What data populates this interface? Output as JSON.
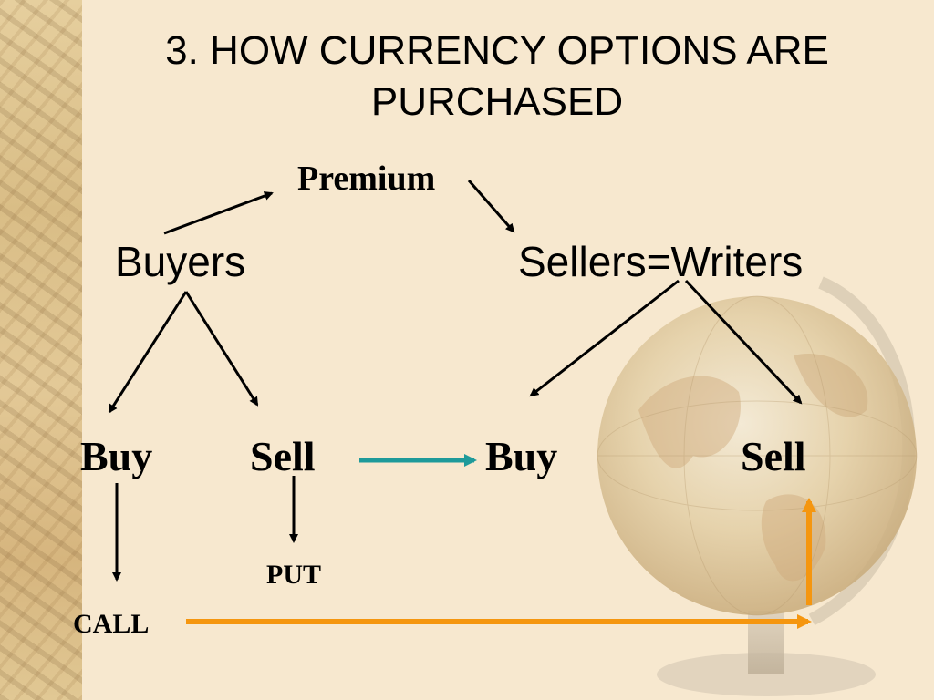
{
  "title": {
    "line1": "3.  HOW CURRENCY OPTIONS ARE",
    "line2": "PURCHASED"
  },
  "nodes": {
    "premium": "Premium",
    "buyers": "Buyers",
    "sellers": "Sellers=Writers",
    "buyer_buy": "Buy",
    "buyer_sell": "Sell",
    "seller_buy": "Buy",
    "seller_sell": "Sell",
    "put": "PUT",
    "call": "CALL"
  },
  "colors": {
    "background": "#f7e8cf",
    "arrow_black": "#000000",
    "arrow_teal": "#1e9a9a",
    "arrow_orange": "#f5960f"
  }
}
